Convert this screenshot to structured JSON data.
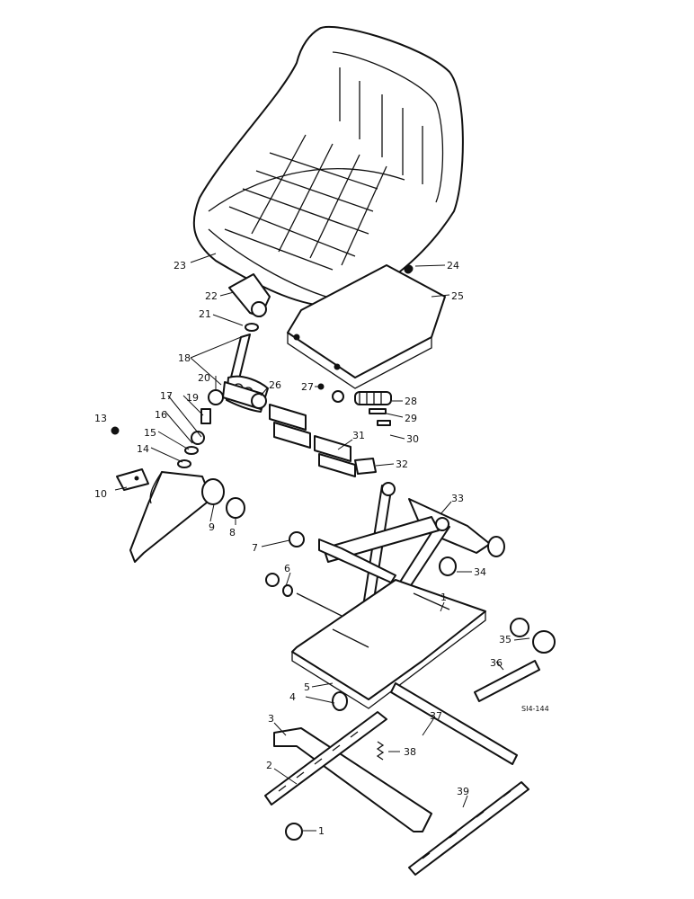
{
  "callouts": [
    {
      "n": "23"
    },
    {
      "n": "24"
    },
    {
      "n": "25"
    },
    {
      "n": "22"
    },
    {
      "n": "21"
    },
    {
      "n": "18"
    },
    {
      "n": "20"
    },
    {
      "n": "26"
    },
    {
      "n": "27"
    },
    {
      "n": "28"
    },
    {
      "n": "29"
    },
    {
      "n": "30"
    },
    {
      "n": "31"
    },
    {
      "n": "32"
    },
    {
      "n": "13"
    },
    {
      "n": "17"
    },
    {
      "n": "16"
    },
    {
      "n": "19"
    },
    {
      "n": "15"
    },
    {
      "n": "14"
    },
    {
      "n": "10"
    },
    {
      "n": "9"
    },
    {
      "n": "8"
    },
    {
      "n": "7"
    },
    {
      "n": "6"
    },
    {
      "n": "33"
    },
    {
      "n": "34"
    },
    {
      "n": "1"
    },
    {
      "n": "35"
    },
    {
      "n": "36"
    },
    {
      "n": "5"
    },
    {
      "n": "4"
    },
    {
      "n": "37"
    },
    {
      "n": "3"
    },
    {
      "n": "38"
    },
    {
      "n": "2"
    },
    {
      "n": "39"
    },
    {
      "n": "1"
    }
  ],
  "drawing_code": "SI4-144"
}
